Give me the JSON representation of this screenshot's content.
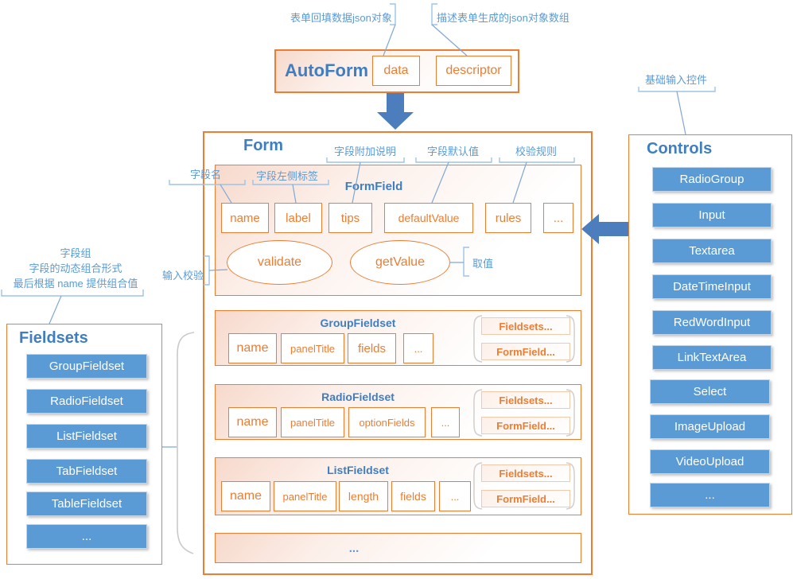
{
  "notes": {
    "data": "表单回填数据json对象",
    "descriptor": "描述表单生成的json对象数组",
    "controls": "基础输入控件",
    "field_name": "字段名",
    "field_label": "字段左侧标签",
    "field_tips": "字段附加说明",
    "field_default": "字段默认值",
    "field_rules": "校验规则",
    "validate": "输入校验",
    "get_value": "取值",
    "fieldsets_line1": "字段组",
    "fieldsets_line2": "字段的动态组合形式",
    "fieldsets_line3": "最后根据 name 提供组合值"
  },
  "autoform": {
    "title": "AutoForm",
    "data_prop": "data",
    "descriptor_prop": "descriptor"
  },
  "form": {
    "title": "Form",
    "formfield": {
      "title": "FormField",
      "fields": [
        "name",
        "label",
        "tips",
        "defaultValue",
        "rules",
        "..."
      ],
      "validate": "validate",
      "get_value": "getValue"
    },
    "rows": [
      {
        "title": "GroupFieldset",
        "fields": [
          "name",
          "panelTitle",
          "fields",
          "..."
        ],
        "children": [
          "Fieldsets...",
          "FormField..."
        ]
      },
      {
        "title": "RadioFieldset",
        "fields": [
          "name",
          "panelTitle",
          "optionFields",
          "..."
        ],
        "children": [
          "Fieldsets...",
          "FormField..."
        ]
      },
      {
        "title": "ListFieldset",
        "fields": [
          "name",
          "panelTitle",
          "length",
          "fields",
          "..."
        ],
        "children": [
          "Fieldsets...",
          "FormField..."
        ]
      }
    ],
    "more": "..."
  },
  "controls": {
    "title": "Controls",
    "items": [
      "RadioGroup",
      "Input",
      "Textarea",
      "DateTimeInput",
      "RedWordInput",
      "LinkTextArea",
      "Select",
      "ImageUpload",
      "VideoUpload",
      "..."
    ]
  },
  "fieldsets": {
    "title": "Fieldsets",
    "items": [
      "GroupFieldset",
      "RadioFieldset",
      "ListFieldset",
      "TabFieldset",
      "TableFieldset",
      "..."
    ]
  },
  "colors": {
    "orange": "#ED7D31",
    "blue_fill": "#5B9BD5",
    "title_blue": "#3E7EC1",
    "note_blue": "#5B9BD5",
    "arrow_blue": "#4C7EBD",
    "brace_gray": "#C9C9C9"
  }
}
